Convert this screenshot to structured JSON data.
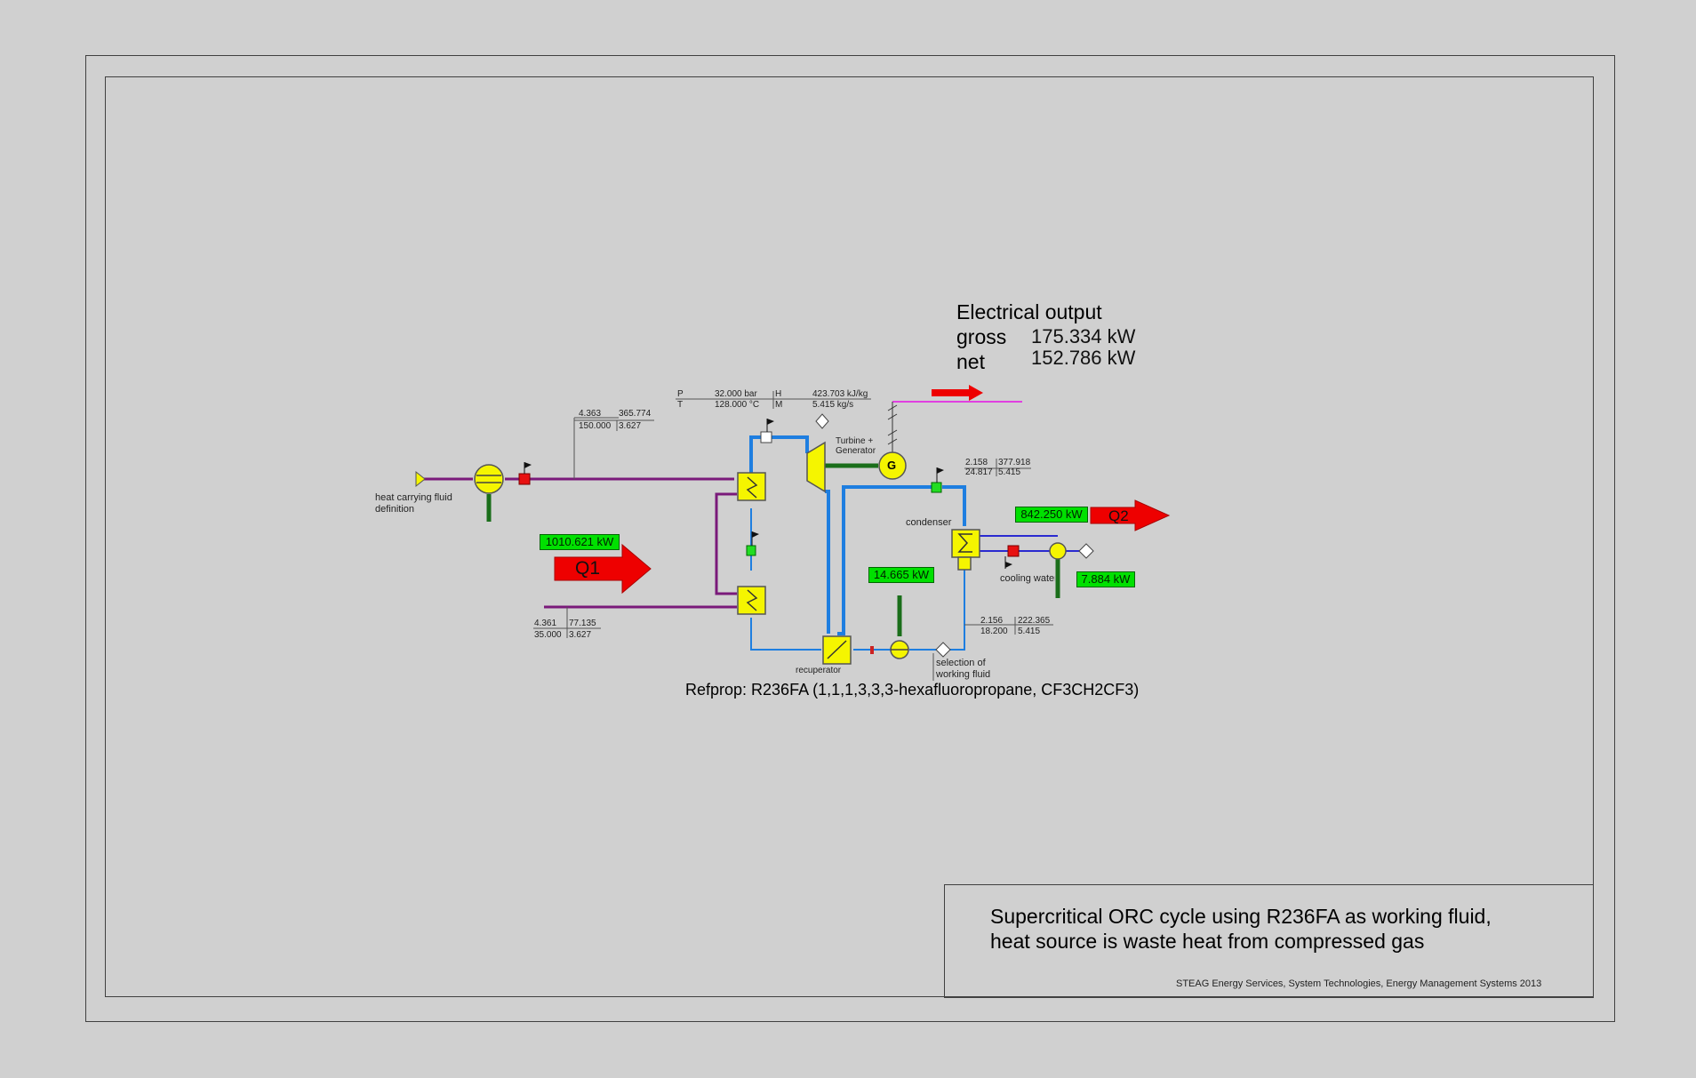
{
  "electrical_output": {
    "title": "Electrical output",
    "gross_label": "gross",
    "gross_value": "175.334 kW",
    "net_label": "net",
    "net_value": "152.786 kW"
  },
  "labels": {
    "heat_source": [
      "heat carrying fluid",
      "definition"
    ],
    "turbine": [
      "Turbine +",
      "Generator"
    ],
    "generator_symbol": "G",
    "condenser": "condenser",
    "recuperator": "recuperator",
    "cooling_water": "cooling water",
    "selection": [
      "selection of",
      "working fluid"
    ],
    "q1": "Q1",
    "q2": "Q2"
  },
  "power_boxes": {
    "q1": "1010.621 kW",
    "q2": "842.250 kW",
    "pump": "14.665 kW",
    "cooling_pump": "7.884 kW"
  },
  "value_tables": {
    "turbine_inlet": {
      "p_label": "P",
      "p": "32.000 bar",
      "t_label": "T",
      "t": "128.000 °C",
      "h_label": "H",
      "h": "423.703 kJ/kg",
      "m_label": "M",
      "m": "5.415 kg/s"
    },
    "hot_fluid_in": [
      "4.363",
      "365.774",
      "150.000",
      "3.627"
    ],
    "hot_fluid_out": [
      "4.361",
      "77.135",
      "35.000",
      "3.627"
    ],
    "turbine_out": [
      "2.158",
      "377.918",
      "24.817",
      "5.415"
    ],
    "condenser_out": [
      "2.156",
      "222.365",
      "18.200",
      "5.415"
    ]
  },
  "refprop": "Refprop: R236FA (1,1,1,3,3,3-hexafluoropropane, CF3CH2CF3)",
  "title_block": {
    "line1": "Supercritical ORC cycle using R236FA as working fluid,",
    "line2": "heat source is waste heat from compressed gas",
    "credit": "STEAG Energy Services, System Technologies, Energy Management Systems 2013"
  },
  "colors": {
    "background": "#d0d0d0",
    "heat_fluid_line": "#7a1a7a",
    "working_fluid_line": "#1e7ee0",
    "shaft": "#1a6e1a",
    "component_fill": "#f5f500",
    "heat_arrow": "#ee0000",
    "power_box": "#00e000",
    "power_out_line": "#e040e0"
  }
}
